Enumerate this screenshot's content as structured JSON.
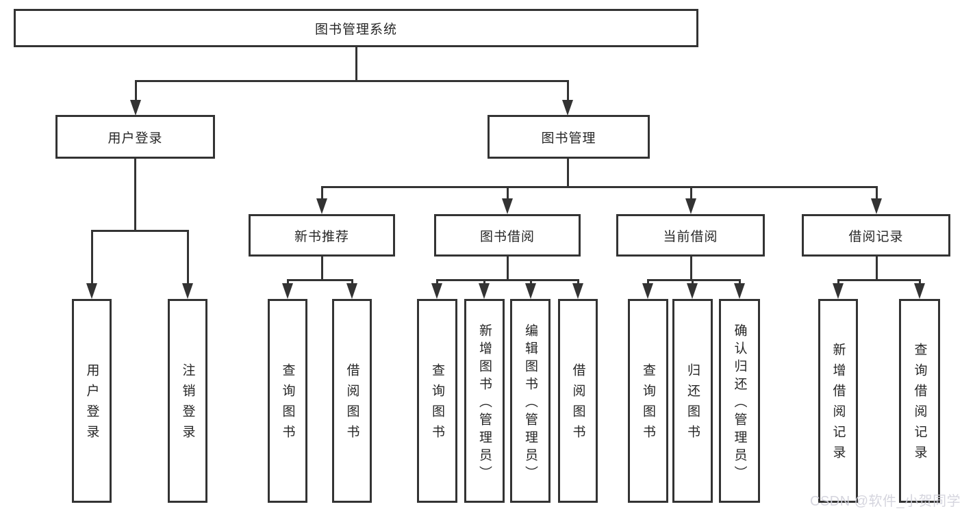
{
  "diagram": {
    "root": {
      "label": "图书管理系统"
    },
    "level2": [
      {
        "label": "用户登录"
      },
      {
        "label": "图书管理"
      }
    ],
    "level3": [
      {
        "label": "新书推荐"
      },
      {
        "label": "图书借阅"
      },
      {
        "label": "当前借阅"
      },
      {
        "label": "借阅记录"
      }
    ],
    "leaves": {
      "user": [
        "用户登录",
        "注销登录"
      ],
      "recommend": [
        "查询图书",
        "借阅图书"
      ],
      "borrow": [
        "查询图书",
        "新增图书（管理员）",
        "编辑图书（管理员）",
        "借阅图书"
      ],
      "current": [
        "查询图书",
        "归还图书",
        "确认归还（管理员）"
      ],
      "record": [
        "新增借阅记录",
        "查询借阅记录"
      ]
    },
    "watermark": "CSDN @软件_小贺同学",
    "colors": {
      "line": "#333333",
      "box_fill": "#ffffff",
      "text": "#262626",
      "watermark": "#d1d1db"
    }
  }
}
